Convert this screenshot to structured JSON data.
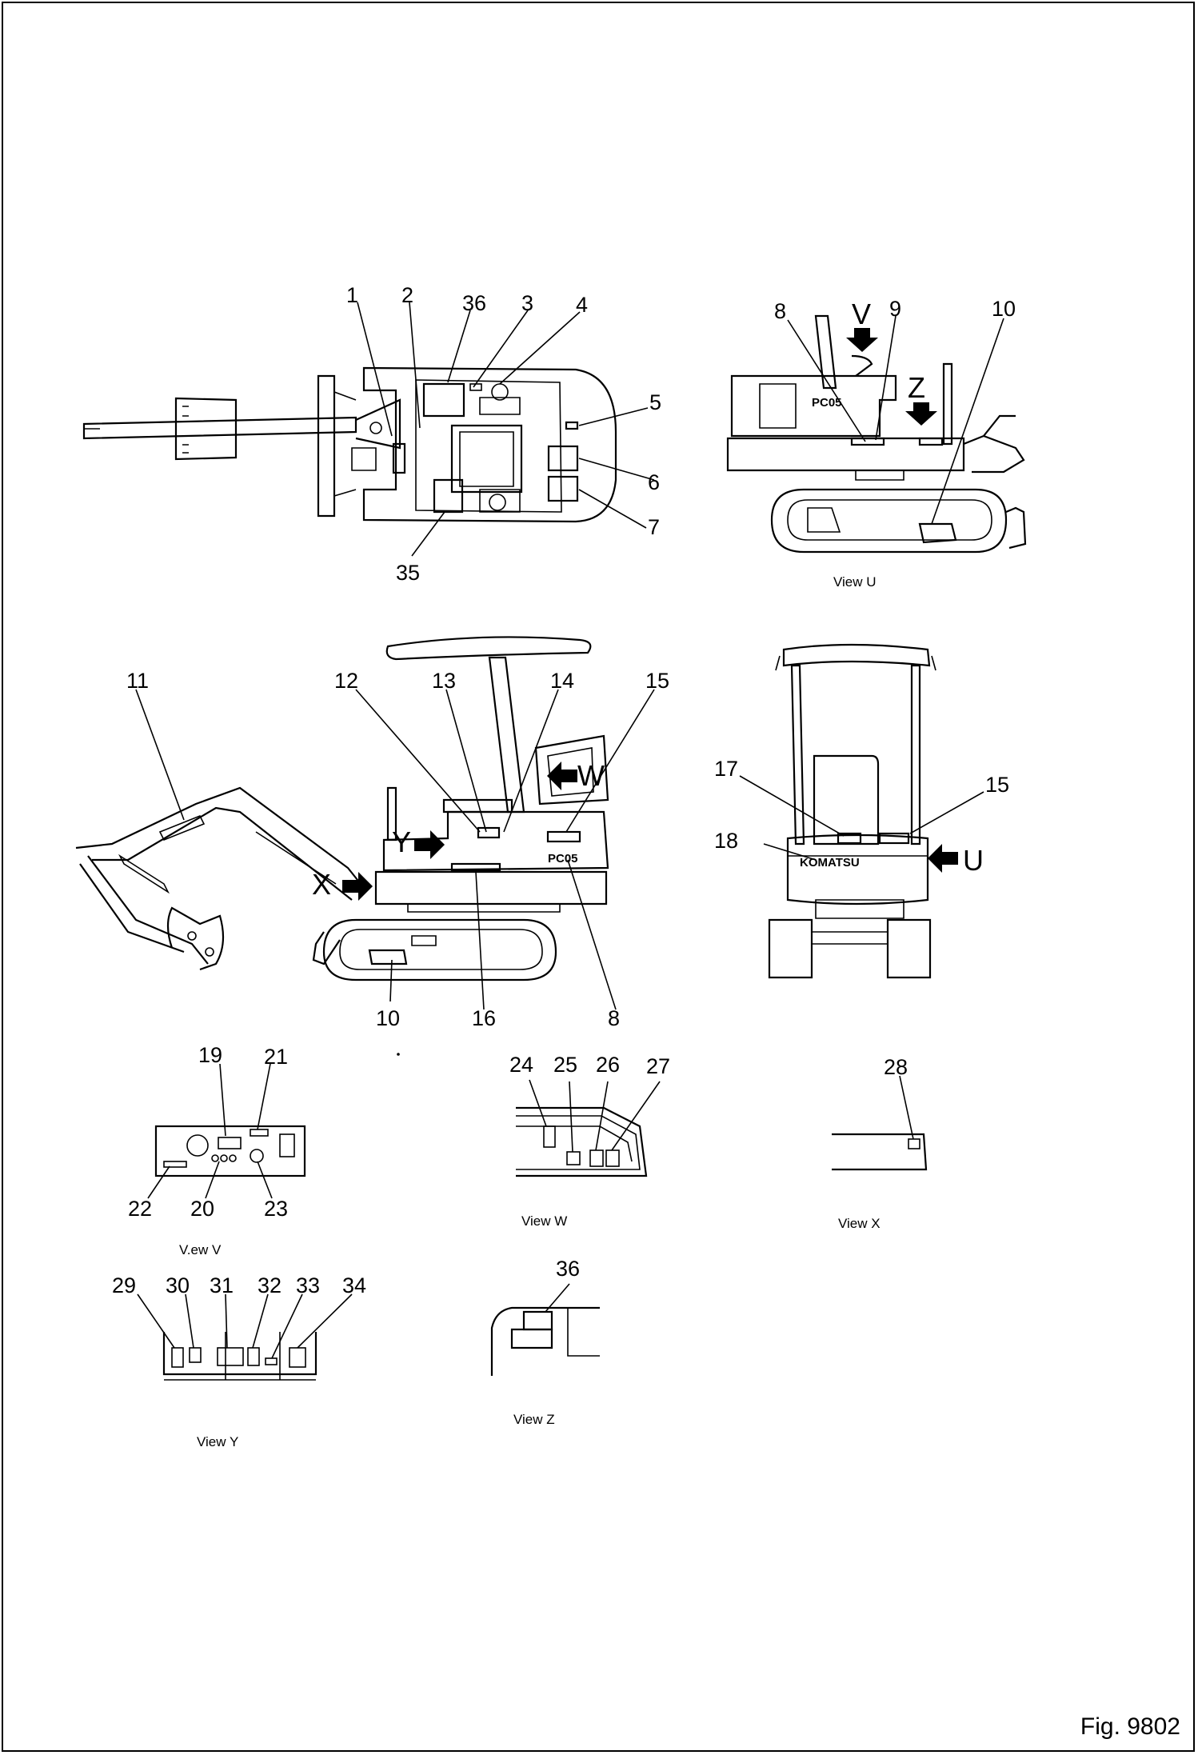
{
  "figure_label": "Fig. 9802",
  "views": {
    "u": "View U",
    "v": "V.ew V",
    "w": "View W",
    "x": "View X",
    "y": "View Y",
    "z": "View Z"
  },
  "arrows": {
    "u": "U",
    "v": "V",
    "w": "W",
    "x": "X",
    "y": "Y",
    "z": "Z"
  },
  "machine_text": {
    "model": "PC05",
    "brand": "KOMATSU"
  },
  "callouts": {
    "top": [
      "1",
      "2",
      "36",
      "3",
      "4",
      "5",
      "6",
      "7",
      "35"
    ],
    "view_u": [
      "8",
      "9",
      "10"
    ],
    "side": [
      "11",
      "12",
      "13",
      "14",
      "15",
      "10",
      "16",
      "8"
    ],
    "rear": [
      "17",
      "15",
      "18"
    ],
    "view_v": [
      "19",
      "21",
      "22",
      "20",
      "23"
    ],
    "view_w": [
      "24",
      "25",
      "26",
      "27"
    ],
    "view_x": [
      "28"
    ],
    "view_y": [
      "29",
      "30",
      "31",
      "32",
      "33",
      "34"
    ],
    "view_z": [
      "36"
    ]
  }
}
